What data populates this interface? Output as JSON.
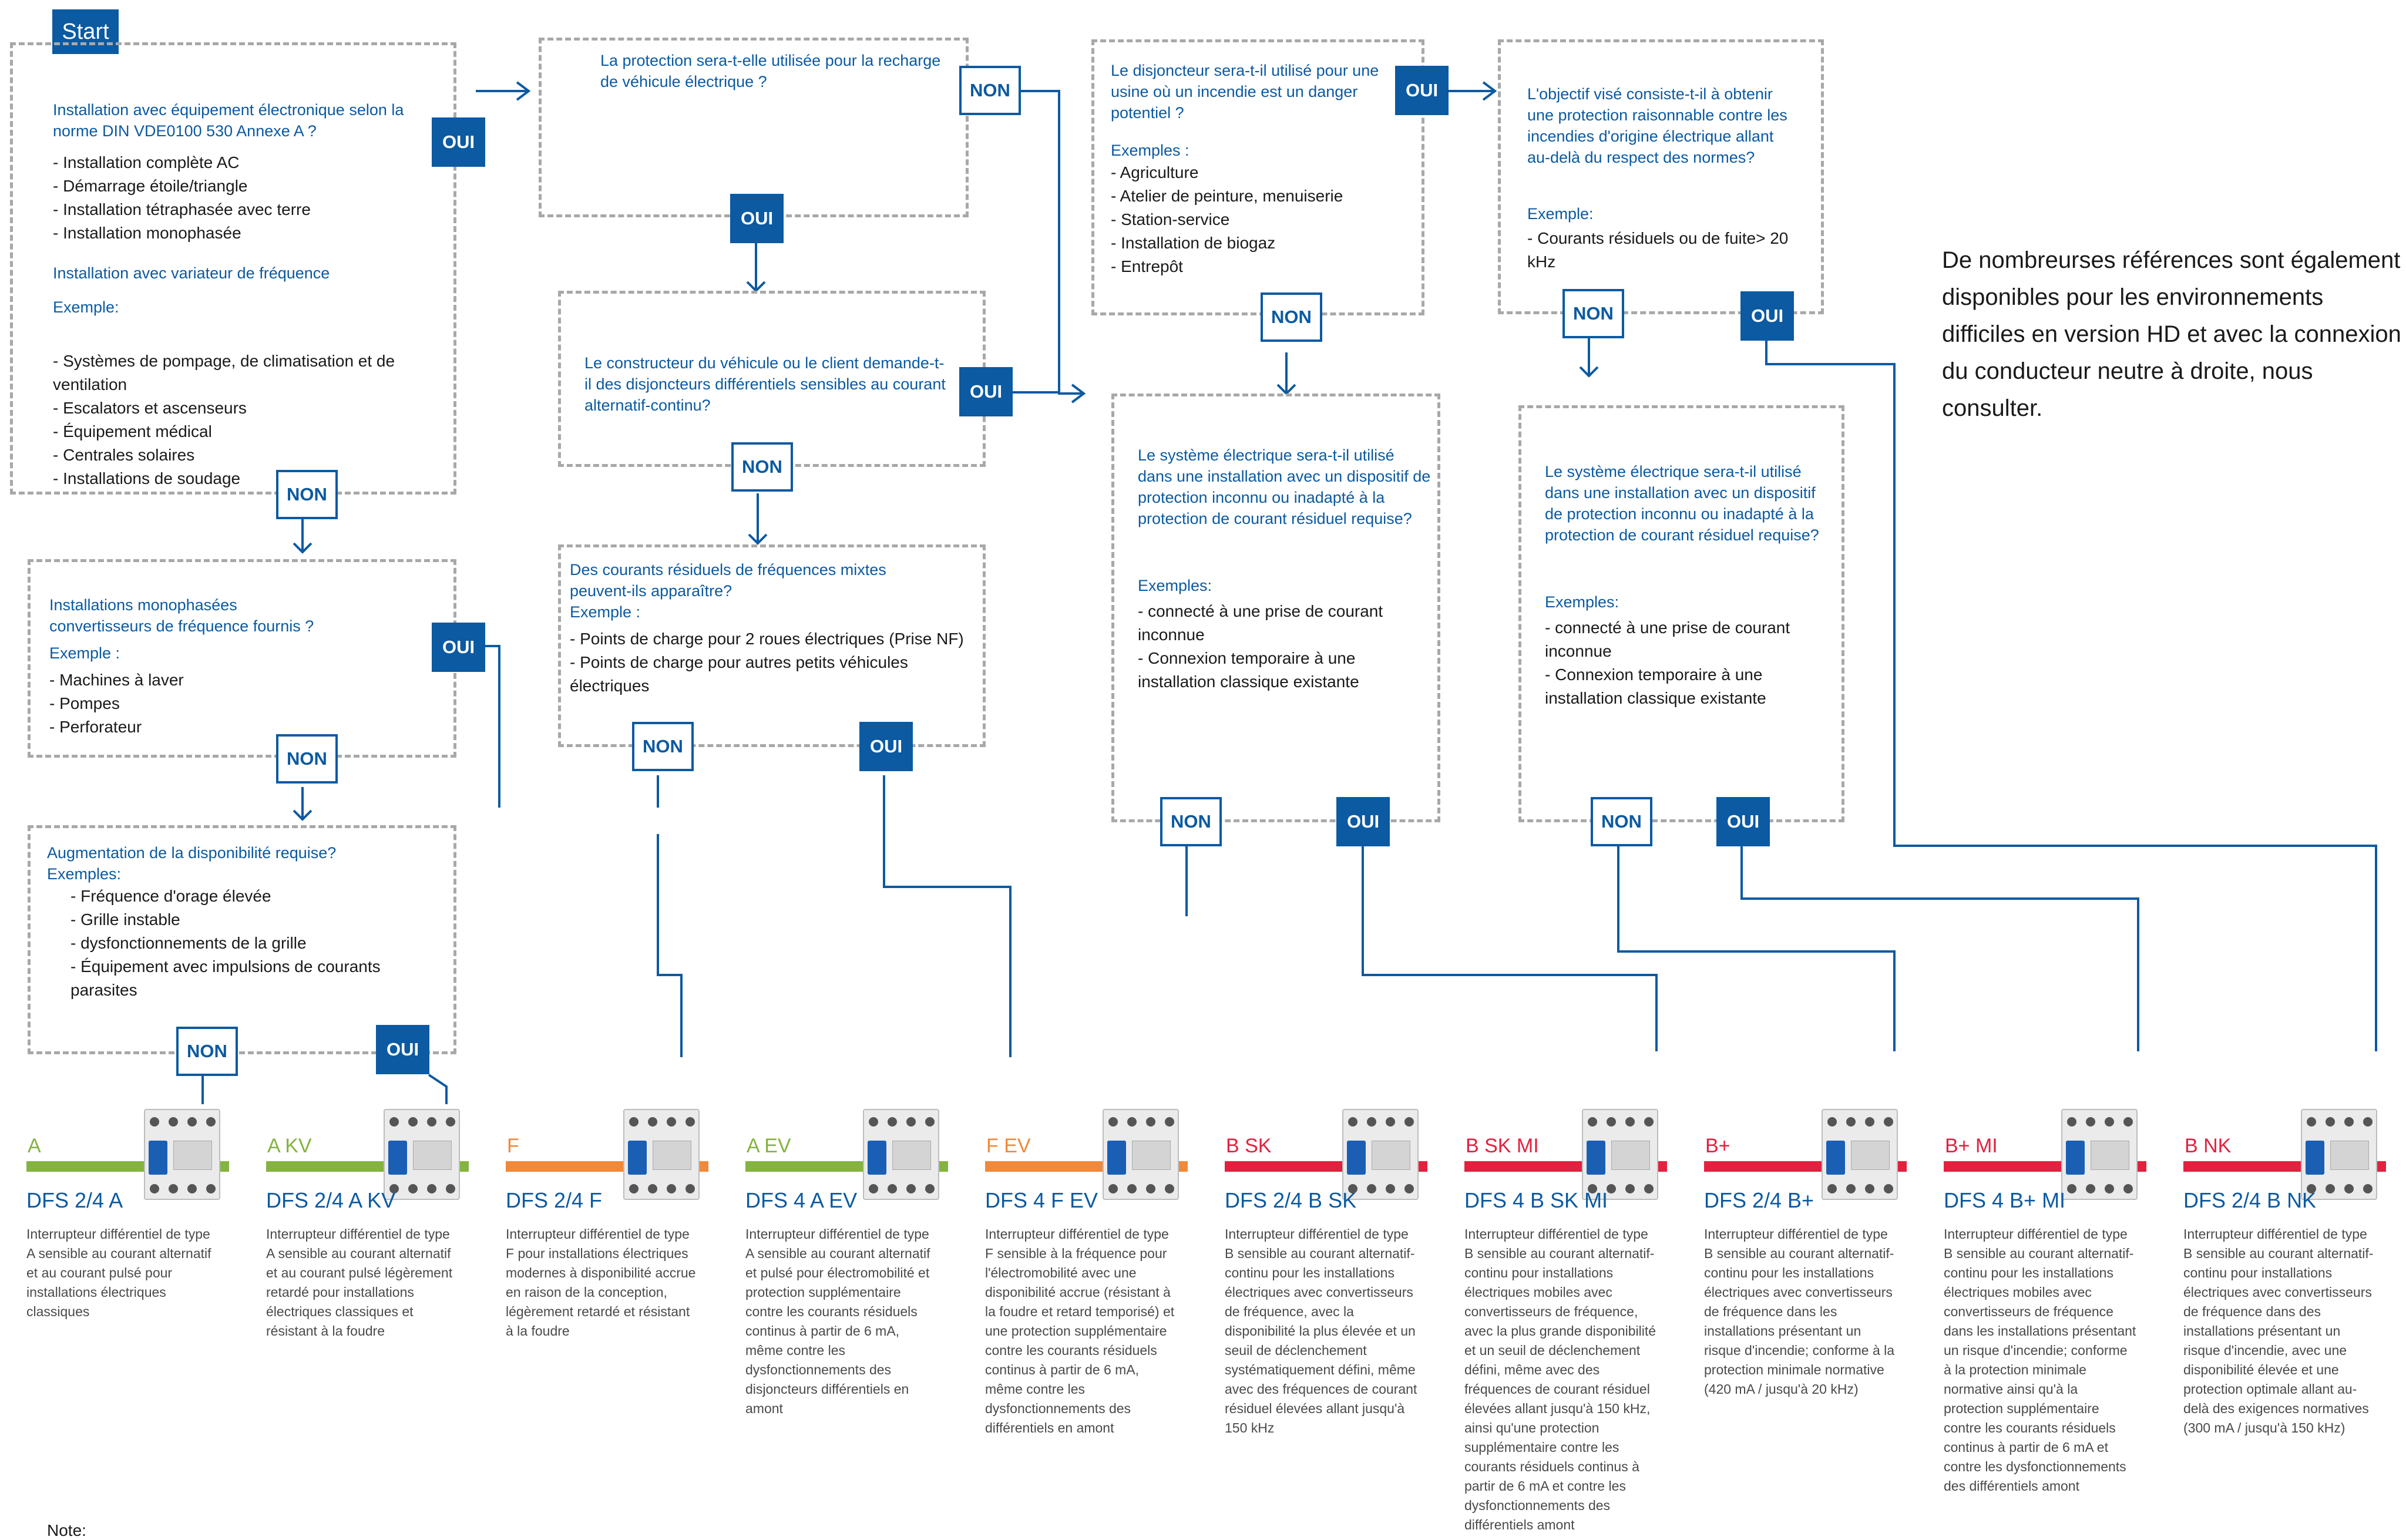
{
  "start_label": "Start",
  "colors": {
    "blue": "#0b5aa2",
    "gray": "#a8a8a8",
    "green": "#84b340",
    "orange": "#f0893a",
    "red": "#e3213f"
  },
  "boxes": {
    "b1": {
      "question": "Installation avec équipement électronique selon la norme DIN VDE0100 530 Annexe A ?",
      "items": [
        "- Installation complète AC",
        "- Démarrage étoile/triangle",
        "- Installation tétraphasée avec terre",
        "- Installation monophasée"
      ],
      "sub_question": "Installation avec variateur de fréquence",
      "example_label": "Exemple:",
      "items2": [
        "- Systèmes de pompage, de climatisation et de ventilation",
        "- Escalators et ascenseurs",
        "- Équipement médical",
        "- Centrales solaires",
        "- Installations de soudage"
      ]
    },
    "b2": {
      "question": "Installations monophasées convertisseurs de fréquence fournis ?",
      "example_label": "Exemple :",
      "items": [
        "- Machines à laver",
        "- Pompes",
        "- Perforateur"
      ]
    },
    "b3": {
      "question": "Augmentation de la disponibilité requise?",
      "example_label": "Exemples:",
      "items": [
        "- Fréquence d'orage élevée",
        "- Grille instable",
        "- dysfonctionnements de la grille",
        "- Équipement avec impulsions de courants parasites"
      ]
    },
    "b4": {
      "question": "La protection sera-t-elle utilisée pour la recharge de véhicule électrique ?"
    },
    "b5": {
      "question": "Le constructeur du véhicule ou le client demande-t-il des disjoncteurs différentiels sensibles au courant alternatif-continu?"
    },
    "b6": {
      "question": "Des courants résiduels de fréquences mixtes peuvent-ils apparaître?",
      "example_label": "Exemple :",
      "items": [
        "- Points de charge pour 2 roues électriques (Prise NF)",
        "- Points de charge pour autres petits véhicules électriques"
      ]
    },
    "b7": {
      "question": "Le disjoncteur sera-t-il utilisé pour une usine où un incendie est un danger potentiel ?",
      "example_label": "Exemples :",
      "items": [
        "- Agriculture",
        "- Atelier de peinture, menuiserie",
        "- Station-service",
        "- Installation de biogaz",
        "- Entrepôt"
      ]
    },
    "b8": {
      "question": "Le système électrique sera-t-il utilisé dans une installation avec un dispositif de protection inconnu ou inadapté à la protection de courant résiduel requise?",
      "example_label": "Exemples:",
      "items": [
        "- connecté à une prise de courant inconnue",
        "- Connexion temporaire à une installation classique existante"
      ]
    },
    "b9": {
      "question": "L'objectif visé consiste-t-il à obtenir une protection raisonnable contre les incendies d'origine électrique allant au-delà du respect des normes?",
      "example_label": "Exemple:",
      "items": [
        "- Courants résiduels ou de fuite> 20 kHz"
      ]
    },
    "b10": {
      "question": "Le système électrique sera-t-il utilisé dans une installation avec un dispositif de protection inconnu ou inadapté à la protection de courant résiduel requise?",
      "example_label": "Exemples:",
      "items": [
        "- connecté à une prise de courant inconnue",
        "- Connexion temporaire à une installation classique existante"
      ]
    }
  },
  "badges": {
    "oui": "OUI",
    "non": "NON"
  },
  "side_note": "De nombreurses références sont également disponibles pour les environnements difficiles en version HD et avec la connexion du conducteur neutre à droite, nous consulter.",
  "note": "Note:",
  "products": [
    {
      "code": "A",
      "name": "DFS 2/4 A",
      "color": "green",
      "desc": "Interrupteur différentiel de type A sensible au courant alternatif et au courant pulsé pour installations électriques classiques"
    },
    {
      "code": "A KV",
      "name": "DFS 2/4 A KV",
      "color": "green",
      "desc": "Interrupteur différentiel de type A sensible au courant alternatif et au courant pulsé légèrement retardé pour installations électriques classiques et résistant à la foudre"
    },
    {
      "code": "F",
      "name": "DFS 2/4 F",
      "color": "orange",
      "desc": "Interrupteur différentiel de type F pour installations électriques modernes à disponibilité accrue en raison de la conception, légèrement retardé et résistant à la foudre"
    },
    {
      "code": "A EV",
      "name": "DFS 4 A EV",
      "color": "green",
      "desc": "Interrupteur différentiel de type A sensible au courant alternatif et pulsé pour électromobilité et protection supplémentaire contre les courants résiduels continus à partir de 6 mA, même contre les dysfonctionnements des disjoncteurs différentiels en amont"
    },
    {
      "code": "F EV",
      "name": "DFS 4  F EV",
      "color": "orange",
      "desc": "Interrupteur différentiel de type F sensible à la fréquence pour l'électromobilité avec une disponibilité accrue (résistant à la foudre et retard temporisé) et une protection supplémentaire contre les courants résiduels continus à partir de 6 mA, même contre les dysfonctionnements des différentiels en amont"
    },
    {
      "code": "B SK",
      "name": "DFS 2/4 B SK",
      "color": "red",
      "desc": "Interrupteur différentiel de type B sensible au courant alternatif-continu pour les installations électriques avec convertisseurs de fréquence, avec la disponibilité la plus élevée et un seuil de déclenchement systématiquement défini, même avec des fréquences de courant résiduel élevées allant jusqu'à 150 kHz"
    },
    {
      "code": "B SK MI",
      "name": "DFS 4  B SK MI",
      "color": "red",
      "desc": "Interrupteur différentiel de type B sensible au courant alternatif-continu pour installations électriques mobiles avec convertisseurs de fréquence, avec la plus grande disponibilité et un seuil de déclenchement défini, même avec des fréquences de courant résiduel élevées allant jusqu'à 150 kHz, ainsi qu'une protection supplémentaire contre les courants résiduels continus à partir de 6 mA et contre les dysfonctionnements des différentiels amont"
    },
    {
      "code": "B+",
      "name": "DFS 2/4 B+",
      "color": "red",
      "desc": "Interrupteur différentiel de type B sensible au courant alternatif-continu pour les installations électriques avec convertisseurs de fréquence dans les installations présentant un risque d'incendie; conforme à la protection minimale normative (420 mA / jusqu'à 20 kHz)"
    },
    {
      "code": "B+ MI",
      "name": "DFS 4 B+ MI",
      "color": "red",
      "desc": "Interrupteur différentiel de type B sensible au courant alternatif-continu pour les installations électriques mobiles avec convertisseurs de fréquence dans les installations présentant un risque d'incendie; conforme à la protection minimale normative ainsi qu'à la protection supplémentaire contre les courants résiduels continus à partir de 6 mA et contre les dysfonctionnements des différentiels amont"
    },
    {
      "code": "B NK",
      "name": "DFS 2/4 B NK",
      "color": "red",
      "desc": "Interrupteur différentiel de type B sensible au courant alternatif-continu pour installations électriques avec convertisseurs de fréquence dans des installations présentant un risque d'incendie, avec une disponibilité élevée et une protection optimale allant au-delà des exigences normatives (300 mA / jusqu'à 150 kHz)"
    }
  ]
}
